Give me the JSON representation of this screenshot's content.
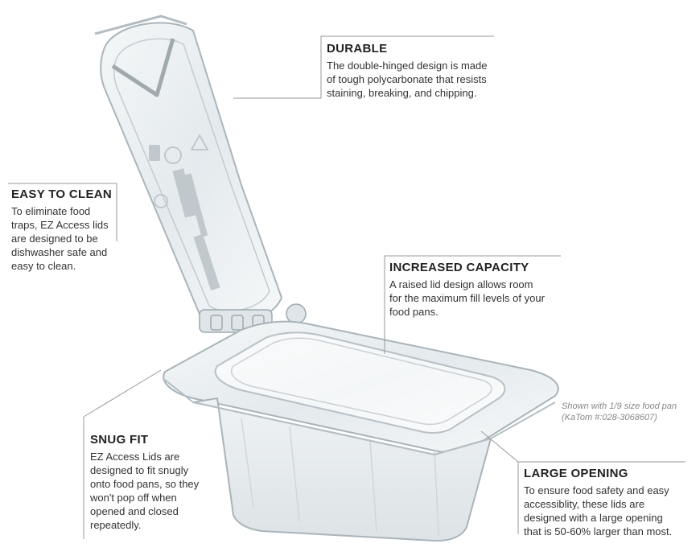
{
  "callouts": {
    "durable": {
      "title": "DURABLE",
      "lines": [
        "The double-hinged design is made",
        "of tough polycarbonate that resists",
        "staining, breaking, and chipping."
      ]
    },
    "easy_to_clean": {
      "title": "EASY TO CLEAN",
      "lines": [
        "To eliminate food",
        "traps, EZ Access lids",
        "are designed to be",
        "dishwasher safe and",
        "easy to clean."
      ]
    },
    "increased_capacity": {
      "title": "INCREASED CAPACITY",
      "lines": [
        "A raised lid design allows room",
        "for the maximum fill levels of your",
        "food pans."
      ]
    },
    "snug_fit": {
      "title": "SNUG FIT",
      "lines": [
        "EZ Access Lids are",
        "designed to fit snugly",
        "onto food pans, so they",
        "won't pop off when",
        "opened and closed",
        "repeatedly."
      ]
    },
    "large_opening": {
      "title": "LARGE OPENING",
      "lines": [
        "To ensure food safety and easy",
        "accessiblity, these lids are",
        "designed with a large opening",
        "that is 50-60% larger than most."
      ]
    }
  },
  "note": {
    "lines": [
      "Shown with 1/9 size food pan",
      "(KaTom #:028-3068607)"
    ]
  },
  "colors": {
    "leader_line": "#9a9a9a",
    "plastic_edge": "#b8c2c8",
    "plastic_fill": "#eef2f4"
  }
}
